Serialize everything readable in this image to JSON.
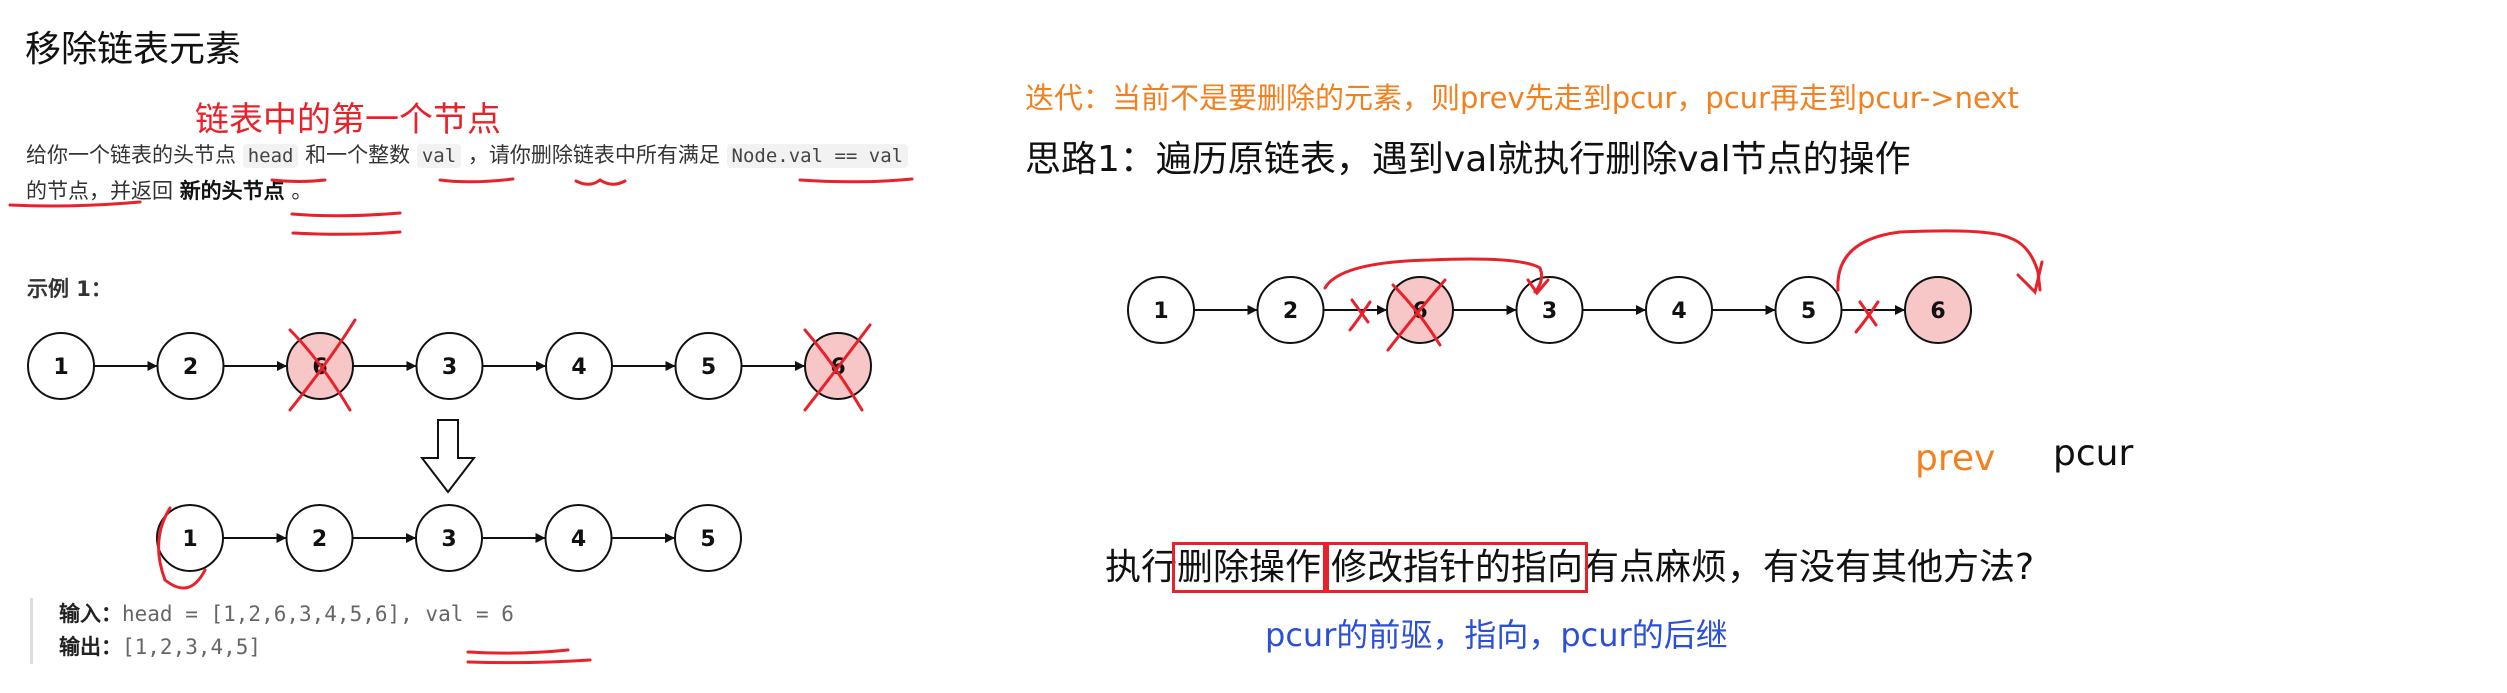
{
  "title": "移除链表元素",
  "annotations": {
    "first_node": "链表中的第一个节点",
    "iteration": "迭代：当前不是要删除的元素，则prev先走到pcur，pcur再走到pcur->next",
    "idea1": "思路1：遍历原链表，遇到val就执行删除val节点的操作",
    "prev": "prev",
    "pcur": "pcur",
    "question_pre": "执行",
    "question_box1": "删除操作",
    "question_box2": "修改指针的指向",
    "question_post": "有点麻烦，有没有其他方法?",
    "pcur_note": "pcur的前驱，指向，pcur的后继"
  },
  "description": {
    "p1": "给你一个链表的头节点 ",
    "code_head": "head",
    "p2": " 和一个整数 ",
    "code_val": "val",
    "p3": " ，请你删除链表中所有满足 ",
    "code_cond": "Node.val == val",
    "p4": " 的节点，并返回 ",
    "bold": "新的头节点",
    "p5": " 。"
  },
  "example": {
    "label": "示例 1：",
    "input_label": "输入：",
    "input_value": "head = [1,2,6,3,4,5,6], val = 6",
    "output_label": "输出：",
    "output_value": "[1,2,3,4,5]"
  },
  "lists": {
    "before": [
      "1",
      "2",
      "6",
      "3",
      "4",
      "5",
      "6"
    ],
    "after": [
      "1",
      "2",
      "3",
      "4",
      "5"
    ],
    "right": [
      "1",
      "2",
      "6",
      "3",
      "4",
      "5",
      "6"
    ]
  },
  "colors": {
    "node_removed": "#f7c6c6",
    "annotation_red": "#e8222a",
    "orange": "#f2801f",
    "blue": "#2b4fd6"
  }
}
